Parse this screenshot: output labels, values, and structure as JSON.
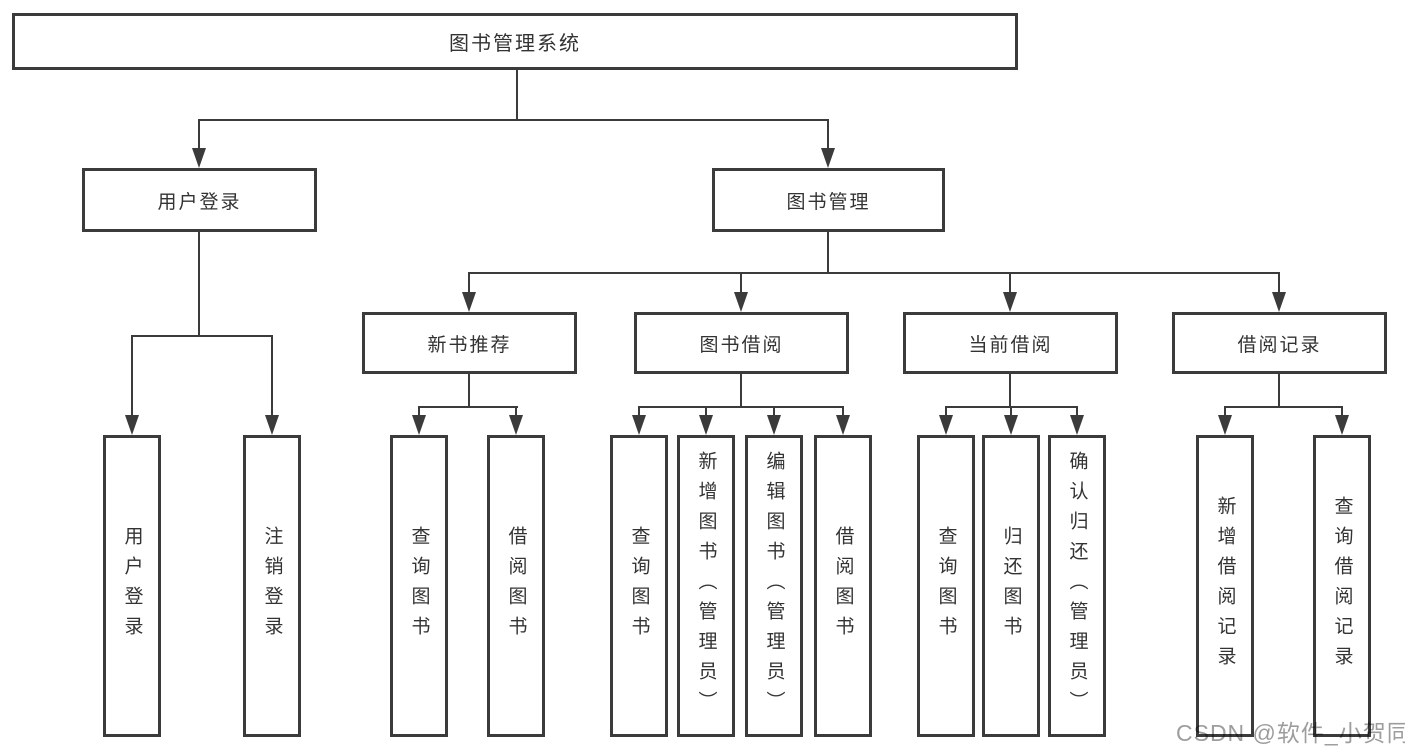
{
  "diagram": {
    "root": {
      "label": "图书管理系统"
    },
    "level2": [
      {
        "label": "用户登录",
        "children": [
          "用户登录",
          "注销登录"
        ]
      },
      {
        "label": "图书管理",
        "children": [
          {
            "label": "新书推荐",
            "children": [
              "查询图书",
              "借阅图书"
            ]
          },
          {
            "label": "图书借阅",
            "children": [
              "查询图书",
              "新增图书（管理员）",
              "编辑图书（管理员）",
              "借阅图书"
            ]
          },
          {
            "label": "当前借阅",
            "children": [
              "查询图书",
              "归还图书",
              "确认归还（管理员）"
            ]
          },
          {
            "label": "借阅记录",
            "children": [
              "新增借阅记录",
              "查询借阅记录"
            ]
          }
        ]
      }
    ]
  },
  "watermark": "CSDN @软件_小贺同学",
  "colors": {
    "line": "#3b3b3b",
    "text": "#333333",
    "background": "#ffffff",
    "watermark": "#828282"
  }
}
